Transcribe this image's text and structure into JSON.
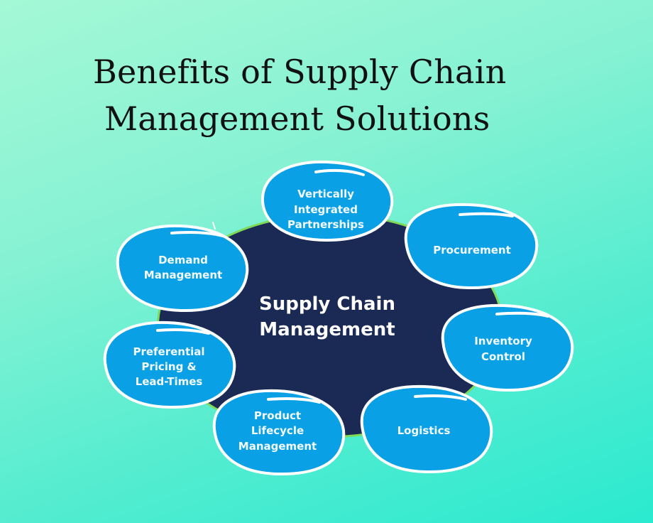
{
  "title": {
    "line1": "Benefits of Supply Chain",
    "line2": "Management Solutions"
  },
  "diagram": {
    "center": {
      "line1": "Supply Chain",
      "line2": "Management"
    },
    "nodes": [
      {
        "id": "vertically-integrated-partnerships",
        "lines": [
          "Vertically",
          "Integrated",
          "Partnerships"
        ]
      },
      {
        "id": "procurement",
        "lines": [
          "Procurement"
        ]
      },
      {
        "id": "inventory-control",
        "lines": [
          "Inventory",
          "Control"
        ]
      },
      {
        "id": "logistics",
        "lines": [
          "Logistics"
        ]
      },
      {
        "id": "product-lifecycle-management",
        "lines": [
          "Product",
          "Lifecycle",
          "Management"
        ]
      },
      {
        "id": "preferential-pricing-lead-times",
        "lines": [
          "Preferential",
          "Pricing &",
          "Lead-Times"
        ]
      },
      {
        "id": "demand-management",
        "lines": [
          "Demand",
          "Management"
        ]
      }
    ]
  },
  "colors": {
    "center_fill": "#1a2a55",
    "center_outline": "#7ed957",
    "node_fill": "#0aa0e6",
    "node_stroke": "#ffffff",
    "title_text": "#111111",
    "bg_start": "#a4f8d6",
    "bg_end": "#2aeacf"
  }
}
